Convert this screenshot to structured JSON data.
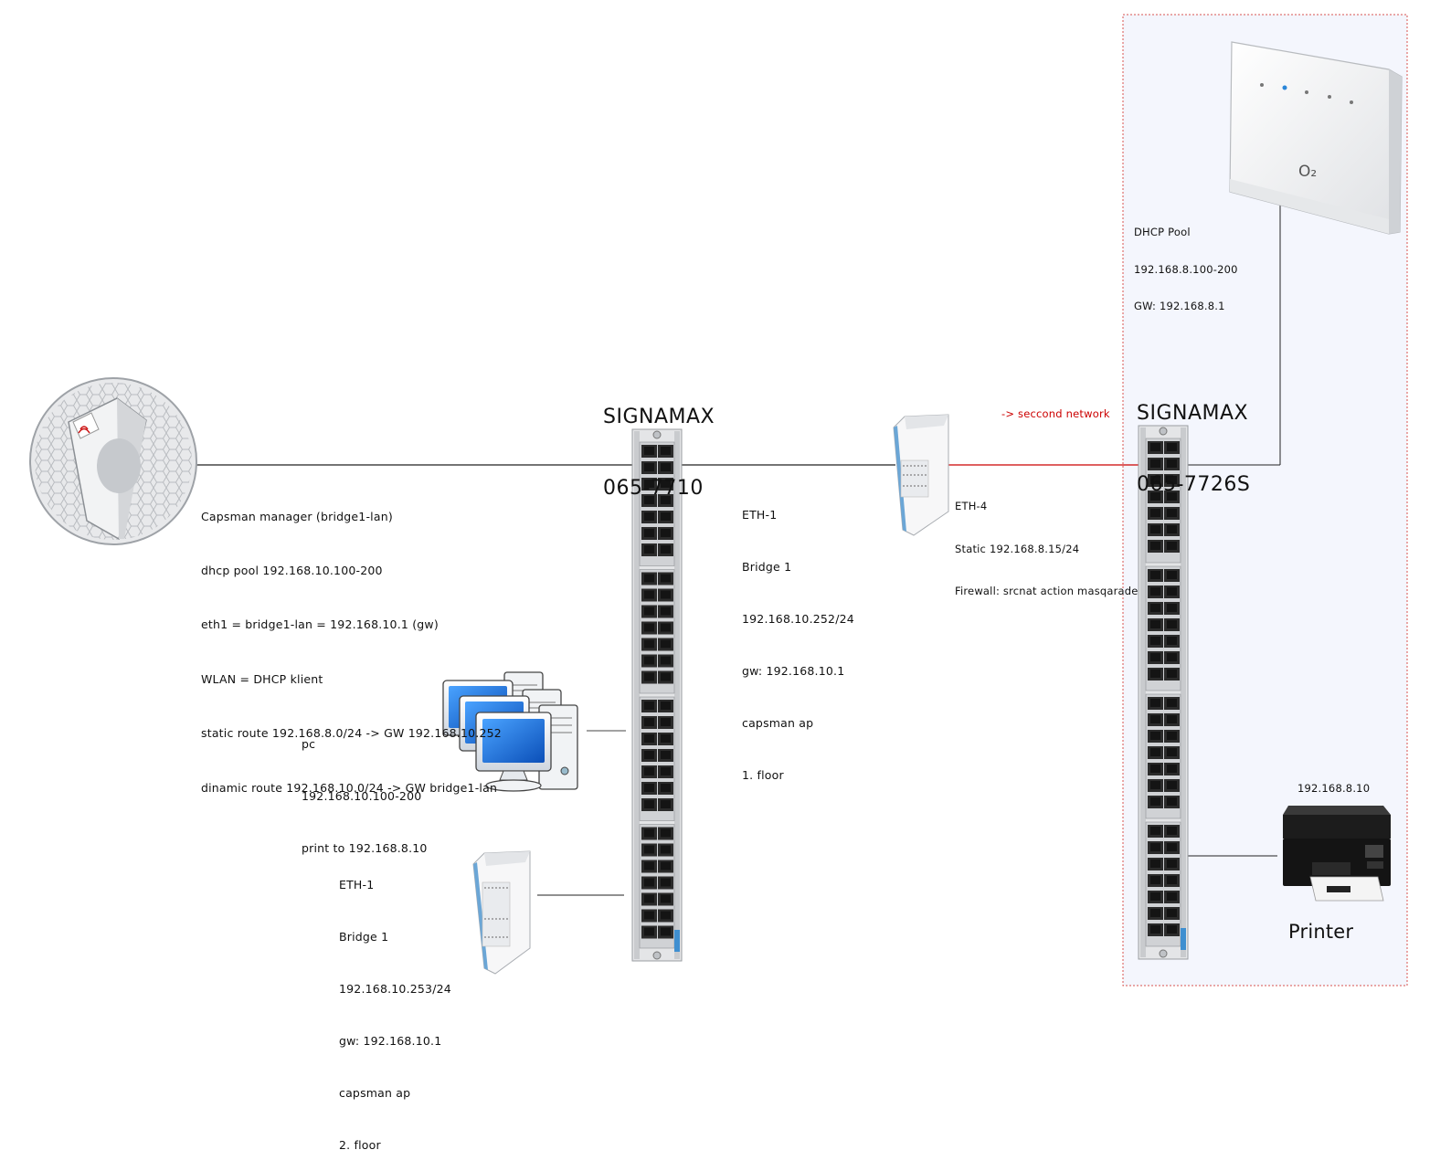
{
  "switch_left": {
    "title_lines": [
      "SIGNAMAX",
      "065-7710"
    ]
  },
  "switch_right": {
    "title_lines": [
      "SIGNAMAX",
      "065-7726S"
    ]
  },
  "capsman": {
    "lines": [
      "Capsman manager (bridge1-lan)",
      "dhcp pool 192.168.10.100-200",
      "eth1 = bridge1-lan = 192.168.10.1 (gw)",
      "WLAN = DHCP klient",
      "static route 192.168.8.0/24 -> GW 192.168.10.252",
      "dinamic route 192.168.10.0/24 -> GW bridge1-lan"
    ]
  },
  "ap_floor1": {
    "lines": [
      "ETH-1",
      "Bridge 1",
      "192.168.10.252/24",
      "gw: 192.168.10.1",
      "capsman ap",
      "1. floor"
    ]
  },
  "ap_eth4": {
    "lines": [
      "ETH-4",
      "Static 192.168.8.15/24",
      "Firewall: srcnat action masqarade"
    ]
  },
  "second_network_label": "-> seccond network",
  "router": {
    "lines": [
      "DHCP Pool",
      "192.168.8.100-200",
      "GW: 192.168.8.1"
    ]
  },
  "pc": {
    "lines": [
      "pc",
      "192.168.10.100-200",
      "print to 192.168.8.10"
    ]
  },
  "ap_floor2": {
    "lines": [
      "ETH-1",
      "Bridge 1",
      "192.168.10.253/24",
      "gw: 192.168.10.1",
      "capsman ap",
      "2. floor"
    ]
  },
  "printer": {
    "ip": "192.168.8.10",
    "title": "Printer"
  },
  "router_logo": "O₂",
  "colors": {
    "red_link": "#cc0000",
    "zone_border": "#d9534f",
    "zone_fill": "#f4f6fd"
  }
}
